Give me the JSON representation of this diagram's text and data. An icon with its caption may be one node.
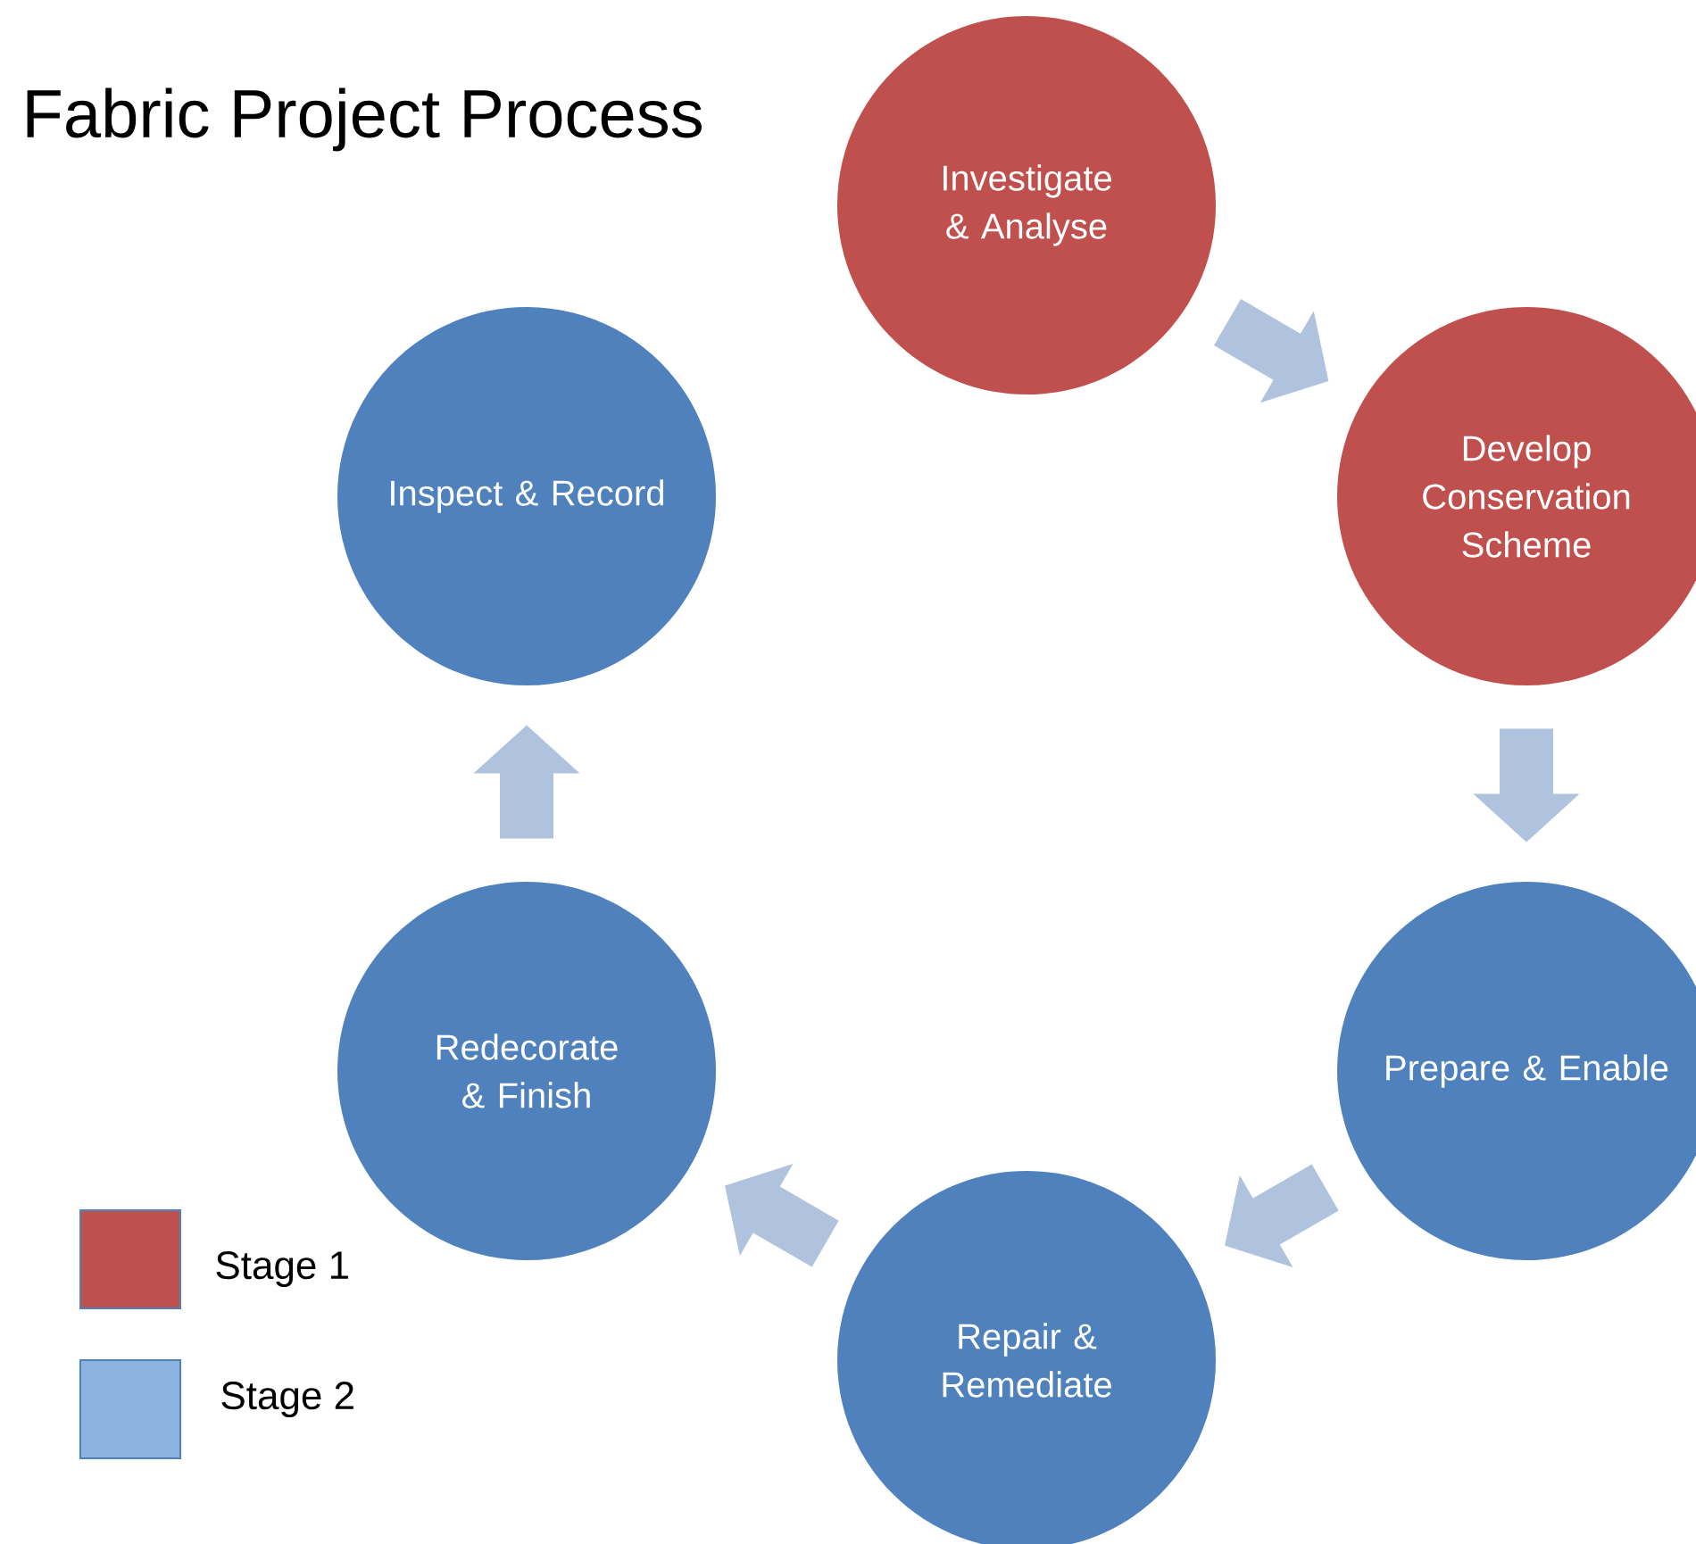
{
  "diagram": {
    "title": "Fabric Project Process",
    "nodes": [
      {
        "text": [
          "Investigate & Analyse"
        ]
      },
      {
        "text": [
          "Develop Conservation Scheme"
        ]
      },
      {
        "text": [
          "Prepare & Enable"
        ]
      },
      {
        "text": [
          "Repair & Remediate"
        ]
      },
      {
        "text": [
          "Redecorate & Finish"
        ]
      },
      {
        "text": [
          "Inspect & Record"
        ]
      }
    ],
    "edges": [
      {
        "from": 0,
        "to": 1,
        "arrow": "to"
      },
      {
        "from": 1,
        "to": 2,
        "arrow": "to"
      },
      {
        "from": 2,
        "to": 3,
        "arrow": "to"
      },
      {
        "from": 3,
        "to": 4,
        "arrow": "to"
      },
      {
        "from": 4,
        "to": 5,
        "arrow": "to"
      }
    ],
    "legend": [
      {
        "text": "Stage 1",
        "color": "#c0504d"
      },
      {
        "text": "Stage 2",
        "color": "#8db3e2"
      }
    ]
  }
}
